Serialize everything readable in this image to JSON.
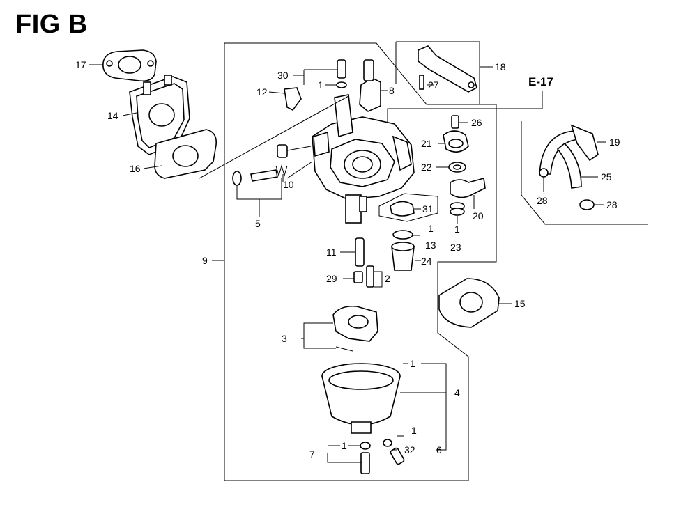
{
  "figure": {
    "title": "FIG B",
    "reference": "E-17"
  },
  "callouts": [
    {
      "id": "c17",
      "text": "17"
    },
    {
      "id": "c14",
      "text": "14"
    },
    {
      "id": "c16",
      "text": "16"
    },
    {
      "id": "c30",
      "text": "30"
    },
    {
      "id": "c1a",
      "text": "1"
    },
    {
      "id": "c12",
      "text": "12"
    },
    {
      "id": "c8",
      "text": "8"
    },
    {
      "id": "c18",
      "text": "18"
    },
    {
      "id": "c27",
      "text": "27"
    },
    {
      "id": "c26",
      "text": "26"
    },
    {
      "id": "c21",
      "text": "21"
    },
    {
      "id": "c22",
      "text": "22"
    },
    {
      "id": "c20",
      "text": "20"
    },
    {
      "id": "c10",
      "text": "10"
    },
    {
      "id": "c5",
      "text": "5"
    },
    {
      "id": "c31",
      "text": "31"
    },
    {
      "id": "c1b",
      "text": "1"
    },
    {
      "id": "c13",
      "text": "13"
    },
    {
      "id": "c1c",
      "text": "1"
    },
    {
      "id": "c23",
      "text": "23"
    },
    {
      "id": "c24",
      "text": "24"
    },
    {
      "id": "c11",
      "text": "11"
    },
    {
      "id": "c29",
      "text": "29"
    },
    {
      "id": "c2",
      "text": "2"
    },
    {
      "id": "c9",
      "text": "9"
    },
    {
      "id": "c19",
      "text": "19"
    },
    {
      "id": "c25",
      "text": "25"
    },
    {
      "id": "c28a",
      "text": "28"
    },
    {
      "id": "c28b",
      "text": "28"
    },
    {
      "id": "c15",
      "text": "15"
    },
    {
      "id": "c3",
      "text": "3"
    },
    {
      "id": "c1d",
      "text": "1"
    },
    {
      "id": "c4",
      "text": "4"
    },
    {
      "id": "c1e",
      "text": "1"
    },
    {
      "id": "c32",
      "text": "32"
    },
    {
      "id": "c6",
      "text": "6"
    },
    {
      "id": "c7",
      "text": "7"
    },
    {
      "id": "c1f",
      "text": "1"
    }
  ]
}
